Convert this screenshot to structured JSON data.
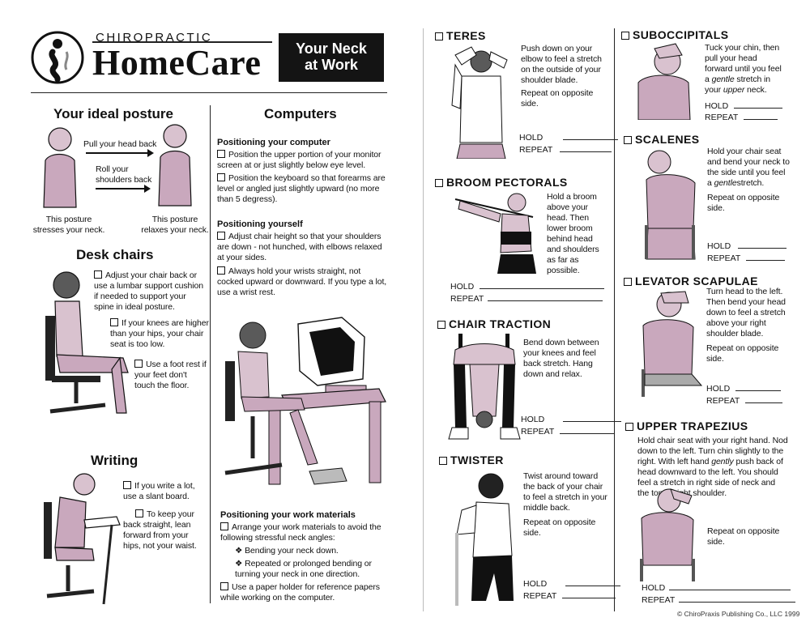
{
  "brand": {
    "kicker": "CHIROPRACTIC",
    "name": "HomeCare",
    "badge_line1": "Your Neck",
    "badge_line2": "at Work"
  },
  "posture": {
    "title": "Your ideal posture",
    "arrow1": "Pull your head back",
    "arrow2_l1": "Roll your",
    "arrow2_l2": "shoulders back",
    "left_caption_l1": "This posture",
    "left_caption_l2": "stresses your neck.",
    "right_caption_l1": "This posture",
    "right_caption_l2": "relaxes your neck."
  },
  "desk": {
    "title": "Desk chairs",
    "item1": "Adjust your chair back or use a lumbar support cushion if needed to support your spine in ideal posture.",
    "item2": "If your knees are higher than your hips, your chair seat is too low.",
    "item3": "Use a foot rest if your feet don't touch the floor."
  },
  "writing": {
    "title": "Writing",
    "item1": "If you write a lot, use a slant board.",
    "item2": "To keep your back straight, lean forward from your hips, not your waist."
  },
  "computers": {
    "title": "Computers",
    "sec1_title": "Positioning your computer",
    "sec1_item1": "Position the upper portion of your monitor screen at or just slightly below eye level.",
    "sec1_item2": "Position the keyboard so that forearms are level or angled just slightly upward (no more than 5 degress).",
    "sec2_title": "Positioning yourself",
    "sec2_item1": "Adjust chair height so that your shoulders are down - not hunched, with elbows relaxed at your sides.",
    "sec2_item2": "Always hold your wrists straight, not cocked upward or downward. If you type a lot, use a wrist rest.",
    "sec3_title": "Positioning your work materials",
    "sec3_item1": "Arrange your work materials to avoid the following stressful neck angles:",
    "sec3_sub1": "Bending your neck down.",
    "sec3_sub2": "Repeated or prolonged bending or turning your neck in one direction.",
    "sec3_item2": "Use a paper holder for reference papers while working on the computer."
  },
  "labels": {
    "hold": "HOLD",
    "repeat": "REPEAT"
  },
  "exercises": {
    "teres": {
      "title": "TERES",
      "text": "Push down on your elbow to feel a stretch on the outside of your shoulder blade.",
      "note": "Repeat on opposite side."
    },
    "broom": {
      "title": "BROOM PECTORALS",
      "text": "Hold a broom above your head. Then lower broom behind head and shoulders as far as possible."
    },
    "chair": {
      "title": "CHAIR TRACTION",
      "text": "Bend down between your knees and feel back stretch. Hang down and relax."
    },
    "twister": {
      "title": "TWISTER",
      "text": "Twist around toward the back of your chair to feel a stretch in your middle back.",
      "note": "Repeat on opposite side."
    },
    "subocc": {
      "title": "SUBOCCIPITALS",
      "text_a": "Tuck your chin, then pull your head forward until you feel a",
      "text_em1": "gentle",
      "text_b": "stretch in your",
      "text_em2": "upper",
      "text_c": "neck."
    },
    "scalenes": {
      "title": "SCALENES",
      "text_a": "Hold your chair seat and bend your neck to the side until you feel a",
      "text_em": "gentle",
      "text_b": "stretch.",
      "note": "Repeat on opposite side."
    },
    "levator": {
      "title": "LEVATOR SCAPULAE",
      "text": "Turn head to the left. Then bend your head down to feel a stretch above your right shoulder blade.",
      "note": "Repeat on opposite side."
    },
    "trap": {
      "title": "UPPER TRAPEZIUS",
      "text_a": "Hold chair seat with your right hand. Nod down to the left. Turn chin slightly to the right. With left hand",
      "text_em": "gently",
      "text_b": "push back of head downward to the left. You should feel a stretch in right side of neck and the top of right shoulder.",
      "note": "Repeat on opposite side."
    }
  },
  "copyright": "© ChiroPraxis Publishing Co., LLC 1999",
  "colors": {
    "ink": "#111111",
    "shade": "#c9a8bd"
  }
}
